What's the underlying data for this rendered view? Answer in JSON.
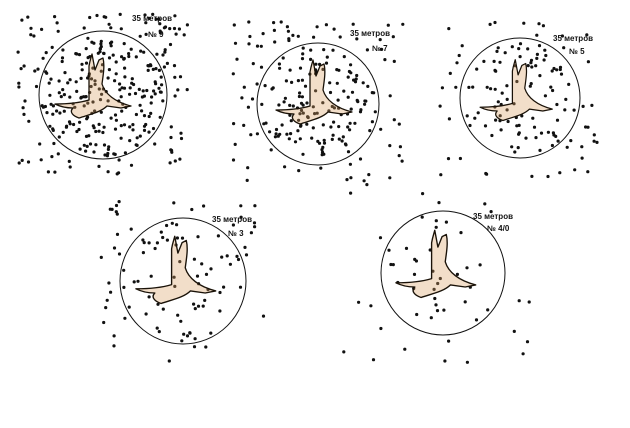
{
  "colors": {
    "background": "#ffffff",
    "pellet": "#111111",
    "ring": "#111111",
    "bird_fill": "#d9a063",
    "bird_stroke": "#1a1208"
  },
  "icons": [
    "pellet-dot-icon",
    "flying-goose-silhouette-icon"
  ],
  "targets": [
    {
      "distance_label": "35 метров",
      "number_label": "№ 9",
      "pellet_density": "very dense"
    },
    {
      "distance_label": "35 метров",
      "number_label": "№ 7",
      "pellet_density": "dense"
    },
    {
      "distance_label": "35 метров",
      "number_label": "№ 5",
      "pellet_density": "medium"
    },
    {
      "distance_label": "35 метров",
      "number_label": "№ 3",
      "pellet_density": "sparse"
    },
    {
      "distance_label": "35 метров",
      "number_label": "№ 4/0",
      "pellet_density": "very sparse"
    }
  ]
}
